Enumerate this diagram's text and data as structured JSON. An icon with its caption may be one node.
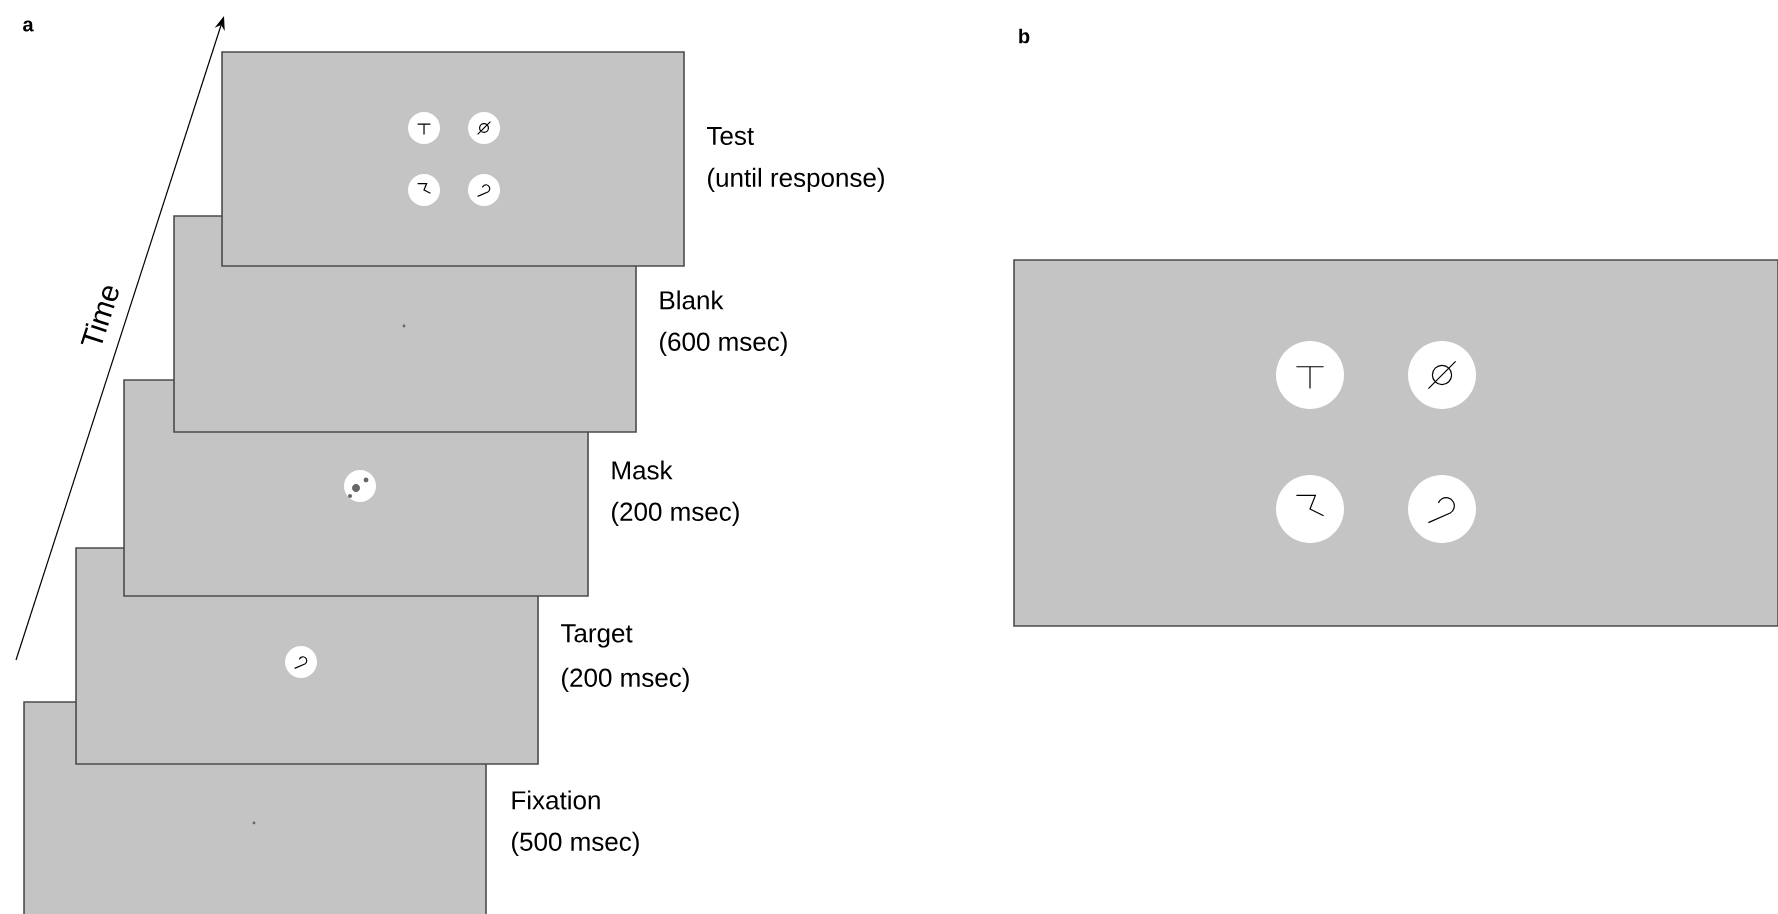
{
  "diagram": {
    "nodes": [
      {
        "text": [],
        "shape": "box",
        "beside": [
          "Test",
          "(until response)"
        ]
      },
      {
        "text": [],
        "shape": "box",
        "beside": [
          "Blank",
          "(600 msec)"
        ]
      },
      {
        "text": [],
        "shape": "box",
        "beside": [
          "Mask",
          "(200 msec)"
        ]
      },
      {
        "text": [],
        "shape": "box",
        "beside": [
          "Target",
          "(200 msec)"
        ]
      },
      {
        "text": [],
        "shape": "box",
        "beside": [
          "Fixation",
          "(500 msec)"
        ]
      },
      {
        "text": [],
        "shape": "box"
      }
    ],
    "labels": [
      "a",
      "Time",
      "b"
    ]
  }
}
